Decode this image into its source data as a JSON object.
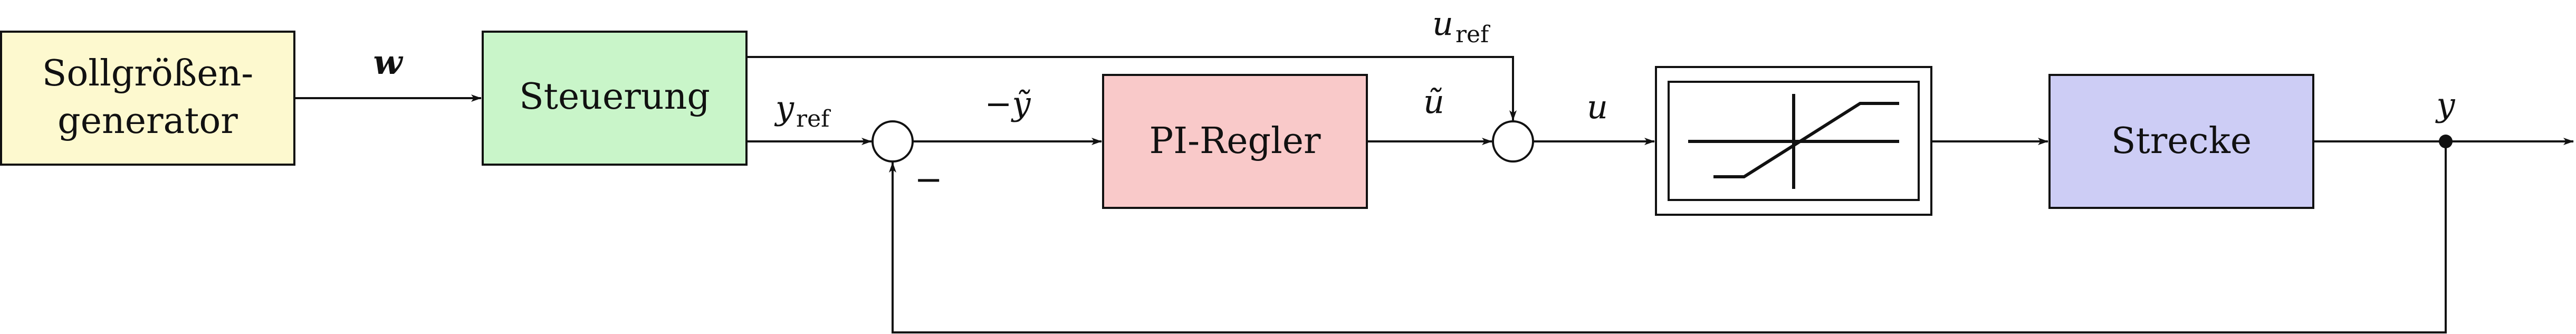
{
  "colors": {
    "sollgroessen": "#fdf9cf",
    "steuerung": "#c9f5c9",
    "pi_regler": "#f9c9c9",
    "strecke": "#cdcdf5",
    "line": "#111111"
  },
  "blocks": {
    "sollgroessen_line1": "Sollgrößen-",
    "sollgroessen_line2": "generator",
    "steuerung": "Steuerung",
    "pi_regler": "PI-Regler",
    "strecke": "Strecke"
  },
  "signals": {
    "w": "w",
    "u_ref_base": "u",
    "u_ref_sub": "ref",
    "y_ref_base": "y",
    "y_ref_sub": "ref",
    "minus_y_tilde": "−ỹ",
    "u_tilde": "ũ",
    "u": "u",
    "y": "y",
    "minus_sign": "−"
  },
  "icons": {
    "saturation": "saturation-icon"
  }
}
